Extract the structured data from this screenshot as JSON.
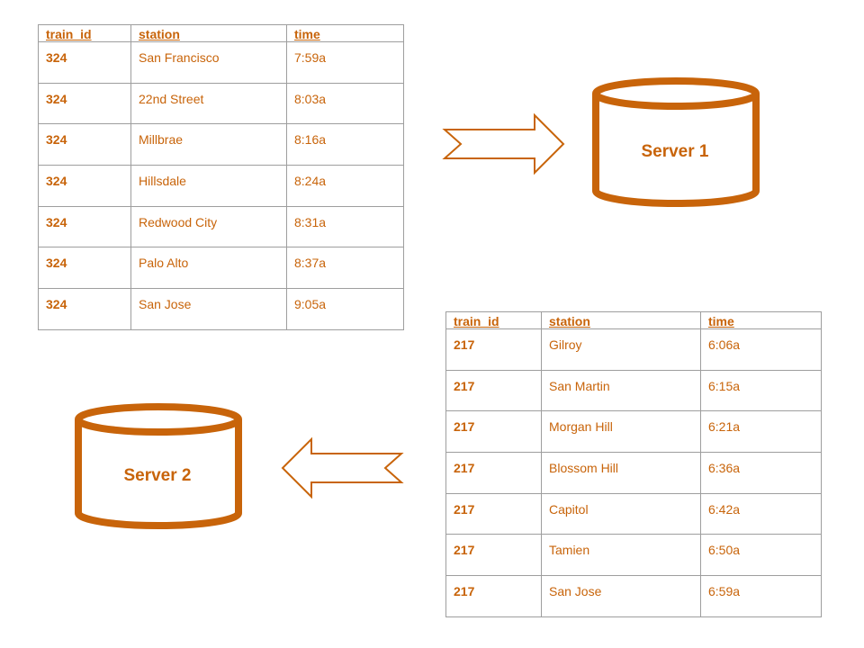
{
  "colors": {
    "accent": "#c8640a",
    "border": "#9e9e9e"
  },
  "table1": {
    "headers": [
      "train_id",
      "station",
      "time"
    ],
    "rows": [
      [
        "324",
        "San Francisco",
        "7:59a"
      ],
      [
        "324",
        "22nd Street",
        "8:03a"
      ],
      [
        "324",
        "Millbrae",
        "8:16a"
      ],
      [
        "324",
        "Hillsdale",
        "8:24a"
      ],
      [
        "324",
        "Redwood City",
        "8:31a"
      ],
      [
        "324",
        "Palo Alto",
        "8:37a"
      ],
      [
        "324",
        "San Jose",
        "9:05a"
      ]
    ]
  },
  "table2": {
    "headers": [
      "train_id",
      "station",
      "time"
    ],
    "rows": [
      [
        "217",
        "Gilroy",
        "6:06a"
      ],
      [
        "217",
        "San Martin",
        "6:15a"
      ],
      [
        "217",
        "Morgan Hill",
        "6:21a"
      ],
      [
        "217",
        "Blossom Hill",
        "6:36a"
      ],
      [
        "217",
        "Capitol",
        "6:42a"
      ],
      [
        "217",
        "Tamien",
        "6:50a"
      ],
      [
        "217",
        "San Jose",
        "6:59a"
      ]
    ]
  },
  "servers": {
    "server1": {
      "label": "Server 1",
      "icon": "database-cylinder-icon"
    },
    "server2": {
      "label": "Server 2",
      "icon": "database-cylinder-icon"
    }
  },
  "arrows": {
    "to_server1": {
      "icon": "arrow-right-icon"
    },
    "to_server2": {
      "icon": "arrow-left-icon"
    }
  }
}
